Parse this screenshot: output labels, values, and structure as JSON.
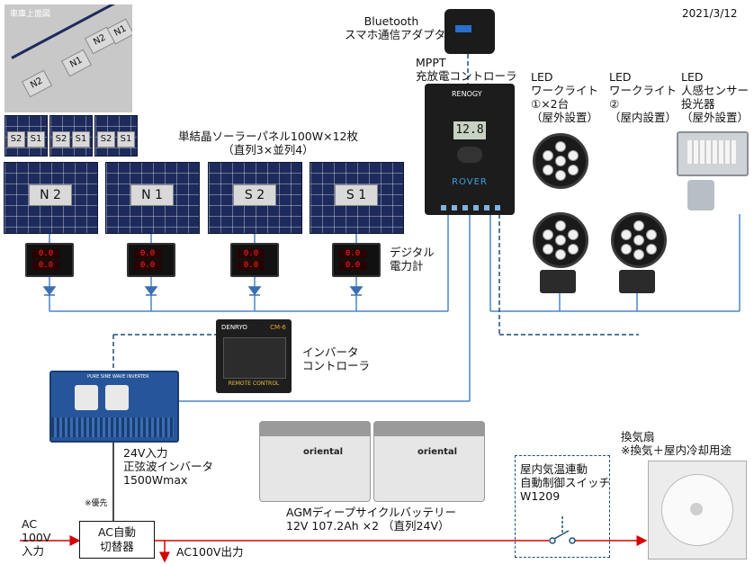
{
  "date": "2021/3/12",
  "roof_plan": {
    "title": "車庫上面図",
    "top_labels": [
      "N2",
      "N1",
      "N2",
      "N1"
    ],
    "bottom_labels": [
      "S2",
      "S1",
      "S2",
      "S1",
      "S2",
      "S1"
    ]
  },
  "solar": {
    "title_line1": "単結晶ソーラーパネル100W×12枚",
    "title_line2": "（直列3×並列4）",
    "panels": [
      "N 2",
      "N 1",
      "S 2",
      "S 1"
    ]
  },
  "meter": {
    "label_line1": "デジタル",
    "label_line2": "電力計",
    "line1": "0.0",
    "line2": "0.0"
  },
  "bluetooth": {
    "line1": "Bluetooth",
    "line2": "スマホ通信アダプタ"
  },
  "mppt": {
    "line1": "MPPT",
    "line2": "充放電コントローラ",
    "brand": "RENOGY",
    "model": "ROVER",
    "display": "12.8"
  },
  "led1": {
    "line1": "LED",
    "line2": "ワークライト",
    "line3": "①×2台",
    "line4": "（屋外設置）"
  },
  "led2": {
    "line1": "LED",
    "line2": "ワークライト",
    "line3": "②",
    "line4": "（屋内設置）"
  },
  "led3": {
    "line1": "LED",
    "line2": "人感センサー",
    "line3": "投光器",
    "line4": "（屋外設置）"
  },
  "inverter_ctrl": {
    "line1": "インバータ",
    "line2": "コントローラ",
    "brand": "DENRYO",
    "model": "CM-6",
    "footer": "REMOTE CONTROL"
  },
  "inverter": {
    "line1": "24V入力",
    "line2": "正弦波インバータ",
    "line3": "1500Wmax",
    "header": "PURE SINE WAVE INVERTER"
  },
  "battery": {
    "brand": "oriental",
    "line1": "AGMディープサイクルバッテリー",
    "line2": "12V  107.2Ah  ×2  （直列24V）"
  },
  "switch": {
    "line1": "屋内気温連動",
    "line2": "自動制御スイッチ",
    "line3": "W1209"
  },
  "fan": {
    "line1": "換気扇",
    "line2": "※換気＋屋内冷却用途"
  },
  "ac_input": {
    "line1": "AC",
    "line2": "100V",
    "line3": "入力"
  },
  "ats": {
    "line1": "AC自動",
    "line2": "切替器",
    "priority_note": "※優先"
  },
  "ac_output": "AC100V出力",
  "colors": {
    "dc_line": "#4a86c5",
    "dash_line": "#1f4e79",
    "ac_line": "#d40000"
  }
}
